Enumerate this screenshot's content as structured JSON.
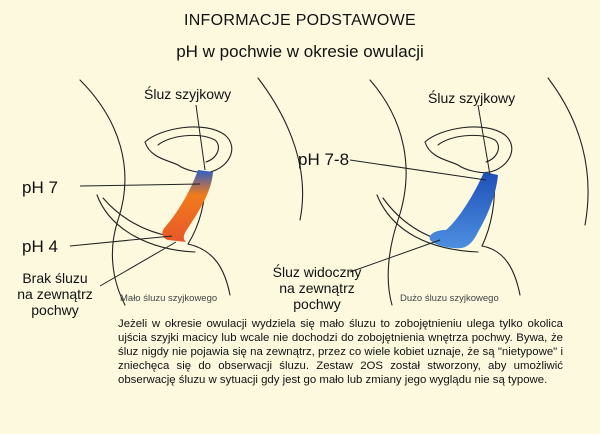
{
  "title": "INFORMACJE PODSTAWOWE",
  "subtitle": "pH w pochwie w okresie owulacji",
  "left_diagram": {
    "cervix_label": "Śluz szyjkowy",
    "ph7_label": "pH 7",
    "ph4_label": "pH 4",
    "no_mucus_label": [
      "Brak śluzu",
      "na zewnątrz",
      "pochwy"
    ],
    "caption": "Mało śluzu szyjkowego",
    "gradient_colors": [
      "#2c5ec9",
      "#f07a1c",
      "#e8582a"
    ]
  },
  "right_diagram": {
    "cervix_label": "Śluz szyjkowy",
    "ph_label": "pH 7-8",
    "visible_mucus_label": [
      "Śluz widoczny",
      "na zewnątrz",
      "pochwy"
    ],
    "caption": "Dużo śluzu szyjkowego",
    "gradient_colors": [
      "#1e50b8",
      "#4d8fe0"
    ]
  },
  "paragraph": "Jeżeli w okresie owulacji wydziela się mało śluzu to zobojętnieniu ulega tylko okolica ujścia szyjki macicy lub wcale nie dochodzi do zobojętnienia wnętrza pochwy. Bywa, że śluz nigdy nie pojawia się na zewnątrz, przez co wiele kobiet uznaje, że są \"nietypowe\" i zniechęca się do obserwacji śluzu. Zestaw 2OS został stworzony, aby umożliwić obserwację śluzu w sytuacji gdy jest go mało lub zmiany jego wyglądu nie są typowe."
}
